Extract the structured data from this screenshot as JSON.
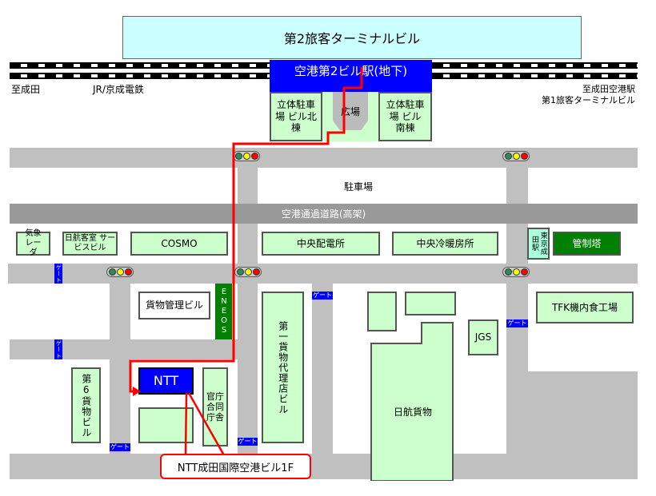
{
  "terminal2": "第2旅客ターミナルビル",
  "station": "空港第2ビル駅(地下)",
  "rail_left": "至成田",
  "rail_name": "JR/京成電鉄",
  "rail_right_1": "至成田空港駅",
  "rail_right_2": "第1旅客ターミナルビル",
  "parking_north": "立体駐車場 ビル北棟",
  "plaza": "広場",
  "parking_south": "立体駐車場 ビル南棟",
  "parking": "駐車場",
  "elevated_road": "空港通過道路(高架)",
  "buildings": {
    "weather_radar": "気象レーダ",
    "jal_cabin": "日航客室 サービスビル",
    "cosmo": "COSMO",
    "power": "中央配電所",
    "hvac": "中央冷暖房所",
    "keisei_station": "東京成田駅",
    "tower": "管制塔",
    "cargo_mgmt": "貨物管理ビル",
    "eneos": "ENEOS",
    "cargo_agent": "第一貨物代理店ビル",
    "cargo6": "第6貨物ビル",
    "ntt": "NTT",
    "gov": "官庁合同庁舎",
    "tfk": "TFK機内食工場",
    "jgs": "JGS",
    "jal_cargo": "日航貨物"
  },
  "gate": "ゲート",
  "callout": "NTT成田国際空港ビル1F",
  "colors": {
    "route": "#ff0000",
    "station": "#0000ff",
    "building": "#ccffcc",
    "road": "#c0c0c0"
  }
}
